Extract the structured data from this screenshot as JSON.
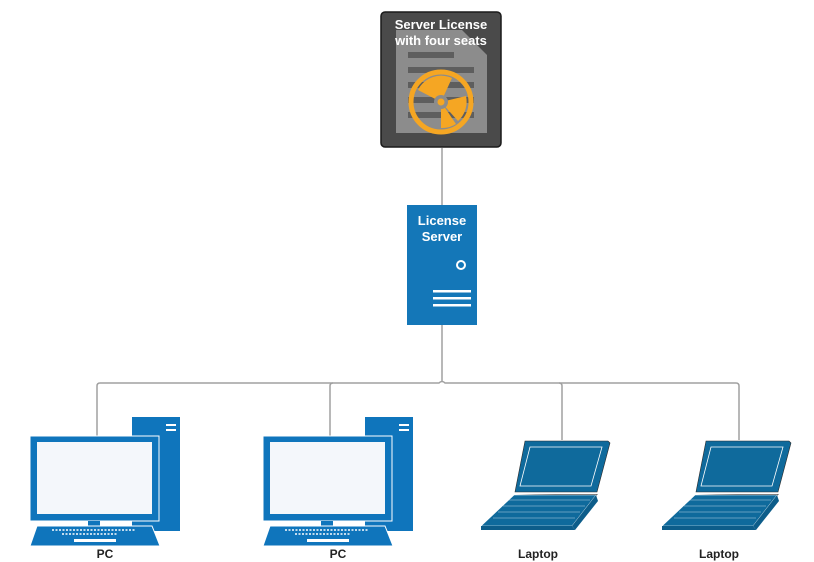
{
  "diagram": {
    "license_card": {
      "title_line1": "Server License",
      "title_line2": "with four seats",
      "icon": "license-disc-icon",
      "colors": {
        "background": "#4a4a4a",
        "document": "#8c8c8c",
        "disc": "#f5a623"
      }
    },
    "server": {
      "title_line1": "License",
      "title_line2": "Server",
      "icon": "server-icon",
      "color": "#1477b8"
    },
    "clients": [
      {
        "type": "pc",
        "label": "PC",
        "icon": "desktop-pc-icon"
      },
      {
        "type": "pc",
        "label": "PC",
        "icon": "desktop-pc-icon"
      },
      {
        "type": "laptop",
        "label": "Laptop",
        "icon": "laptop-icon"
      },
      {
        "type": "laptop",
        "label": "Laptop",
        "icon": "laptop-icon"
      }
    ],
    "connector_color": "#9e9e9e",
    "device_color": "#0f75bc",
    "laptop_color": "#0f6a9c"
  }
}
